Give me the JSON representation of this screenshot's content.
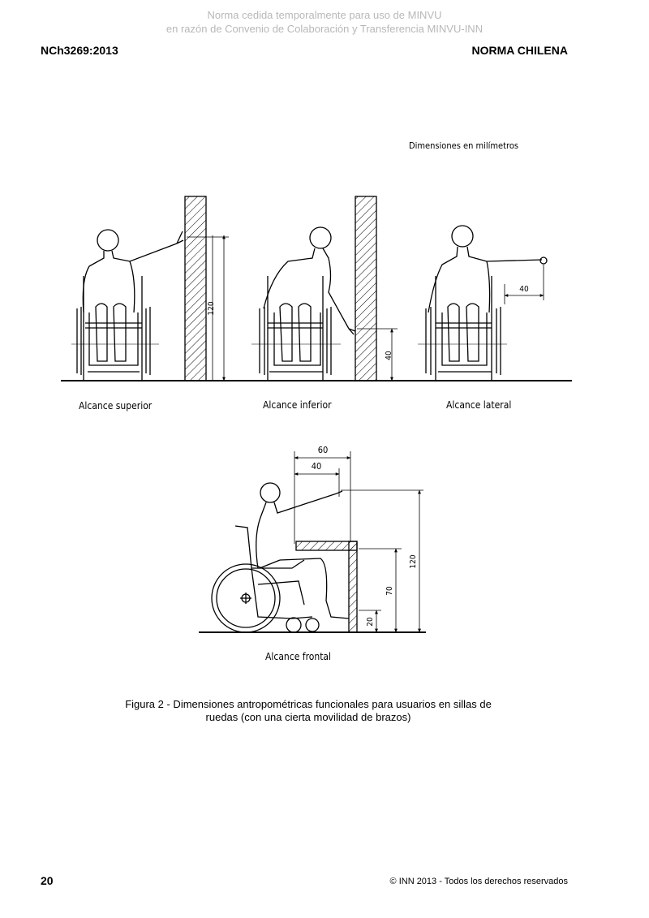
{
  "watermark": {
    "line1": "Norma cedida temporalmente para uso de MINVU",
    "line2": "en razón de Convenio de Colaboración y Transferencia MINVU-INN"
  },
  "header": {
    "code": "NCh3269:2013",
    "title": "NORMA CHILENA"
  },
  "figure": {
    "units_note": "Dimensiones en milímetros",
    "panels": {
      "superior": {
        "label": "Alcance superior",
        "dim_height": "120"
      },
      "inferior": {
        "label": "Alcance inferior",
        "dim_height": "40"
      },
      "lateral": {
        "label": "Alcance lateral",
        "dim_reach": "40"
      },
      "frontal": {
        "label": "Alcance frontal",
        "dim_reach_outer": "60",
        "dim_reach_inner": "40",
        "dim_height_total": "120",
        "dim_height_table": "70",
        "dim_height_knee": "20"
      }
    },
    "caption": "Figura 2 - Dimensiones antropométricas funcionales para usuarios en sillas de ruedas (con una cierta movilidad de brazos)"
  },
  "footer": {
    "page_number": "20",
    "copyright": "© INN 2013 - Todos los derechos reservados"
  }
}
